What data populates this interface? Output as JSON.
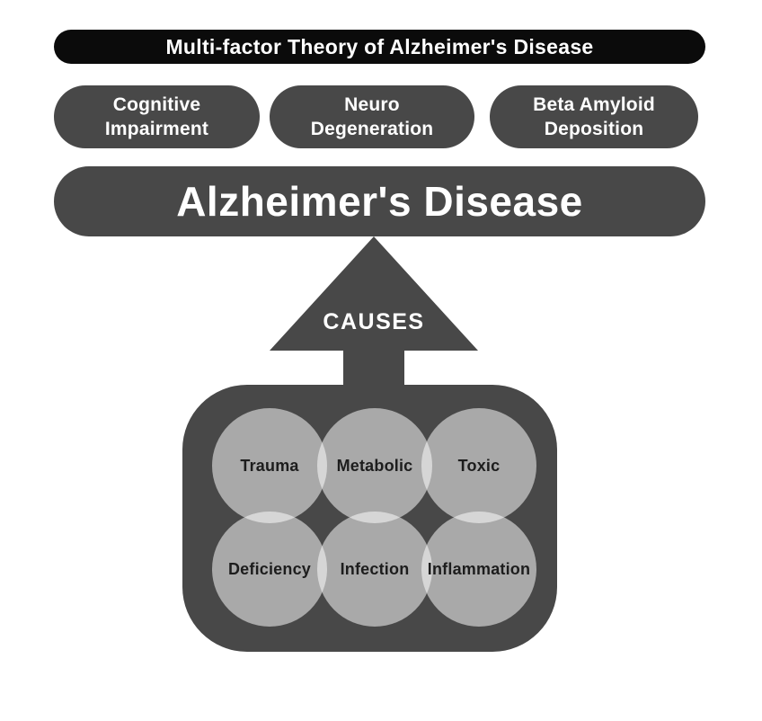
{
  "title": "Multi-factor Theory of Alzheimer's Disease",
  "factors": [
    {
      "line1": "Cognitive",
      "line2": "Impairment"
    },
    {
      "line1": "Neuro",
      "line2": "Degeneration"
    },
    {
      "line1": "Beta Amyloid",
      "line2": "Deposition"
    }
  ],
  "disease": "Alzheimer's Disease",
  "arrow_label": "CAUSES",
  "causes": [
    "Trauma",
    "Metabolic",
    "Toxic",
    "Deficiency",
    "Infection",
    "Inflammation"
  ],
  "colors": {
    "banner_black": "#0b0b0b",
    "dark_gray": "#484848",
    "circle_fill": "rgba(255,255,255,0.53)",
    "circle_text": "#1d1d1d",
    "white_text": "#ffffff"
  }
}
